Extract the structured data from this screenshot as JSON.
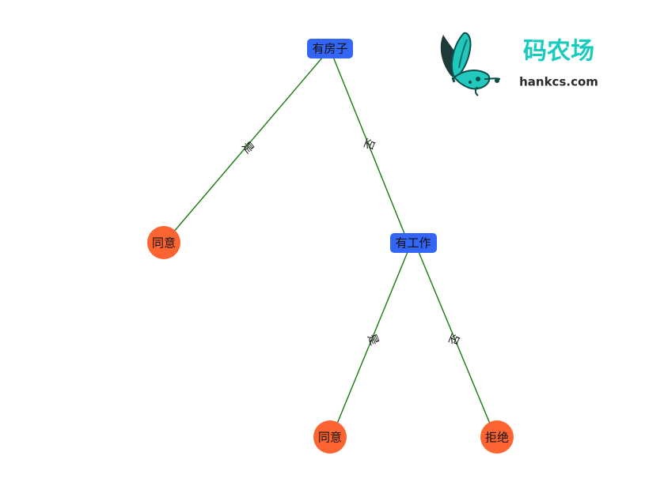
{
  "diagram": {
    "nodes": [
      {
        "id": "n-root",
        "label": "有房子",
        "kind": "decision"
      },
      {
        "id": "n-agree-1",
        "label": "同意",
        "kind": "leaf"
      },
      {
        "id": "n-job",
        "label": "有工作",
        "kind": "decision"
      },
      {
        "id": "n-agree-2",
        "label": "同意",
        "kind": "leaf"
      },
      {
        "id": "n-reject",
        "label": "拒绝",
        "kind": "leaf"
      }
    ],
    "edges": [
      {
        "from": "n-root",
        "to": "n-agree-1",
        "label": "是"
      },
      {
        "from": "n-root",
        "to": "n-job",
        "label": "否"
      },
      {
        "from": "n-job",
        "to": "n-agree-2",
        "label": "是"
      },
      {
        "from": "n-job",
        "to": "n-reject",
        "label": "否"
      }
    ],
    "colors": {
      "decision": "#3466f6",
      "leaf": "#fc6532",
      "edge": "#1a7a10"
    }
  },
  "brand": {
    "title": "码农场",
    "url": "hankcs.com",
    "logo_icon": "butterfly-icon",
    "title_color": "#18cbbf"
  }
}
